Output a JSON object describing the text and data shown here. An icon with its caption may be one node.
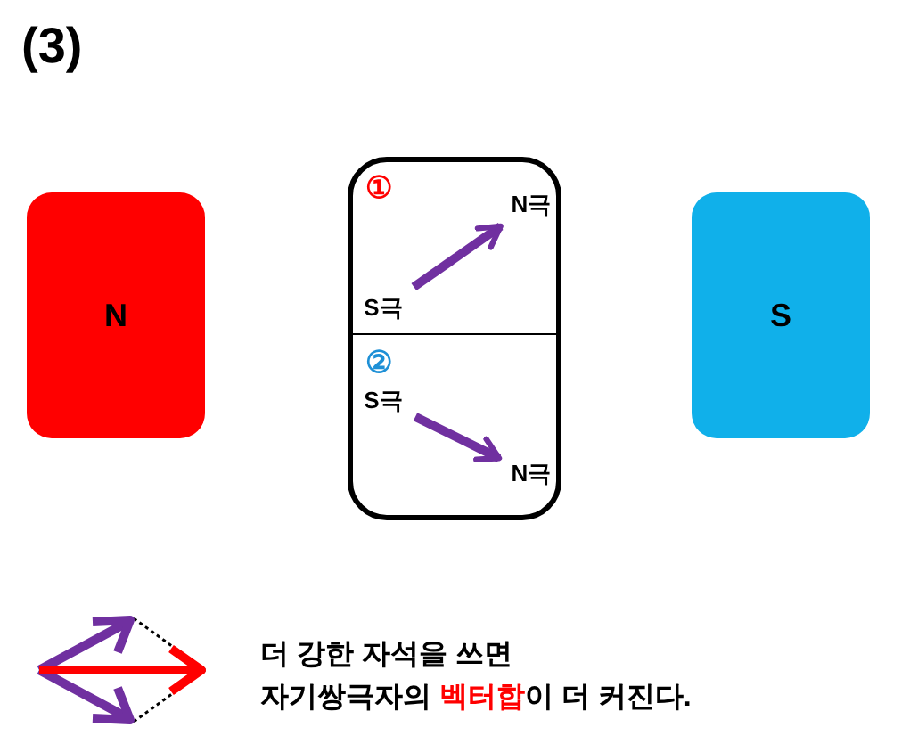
{
  "diagram": {
    "title": "(3)",
    "nodes": [
      {
        "text": [
          "N"
        ]
      },
      {
        "text": [],
        "shape": "box"
      },
      {
        "text": [
          "①"
        ],
        "in": 1
      },
      {
        "text": [
          "S극"
        ],
        "in": 2
      },
      {
        "text": [
          "N극"
        ],
        "in": 2
      },
      {
        "text": [
          "②"
        ],
        "in": 1
      },
      {
        "text": [
          "S극"
        ],
        "in": 5
      },
      {
        "text": [
          "N극"
        ],
        "in": 5
      },
      {
        "text": [
          "S"
        ]
      }
    ],
    "edges": [
      {
        "from": 3,
        "to": 4,
        "arrow": "to"
      },
      {
        "from": 6,
        "to": 7,
        "arrow": "to"
      }
    ],
    "labels": [
      "더 강한 자석을 쓰면",
      "자기쌍극자의 **벡터합**이 더 커진다."
    ]
  }
}
